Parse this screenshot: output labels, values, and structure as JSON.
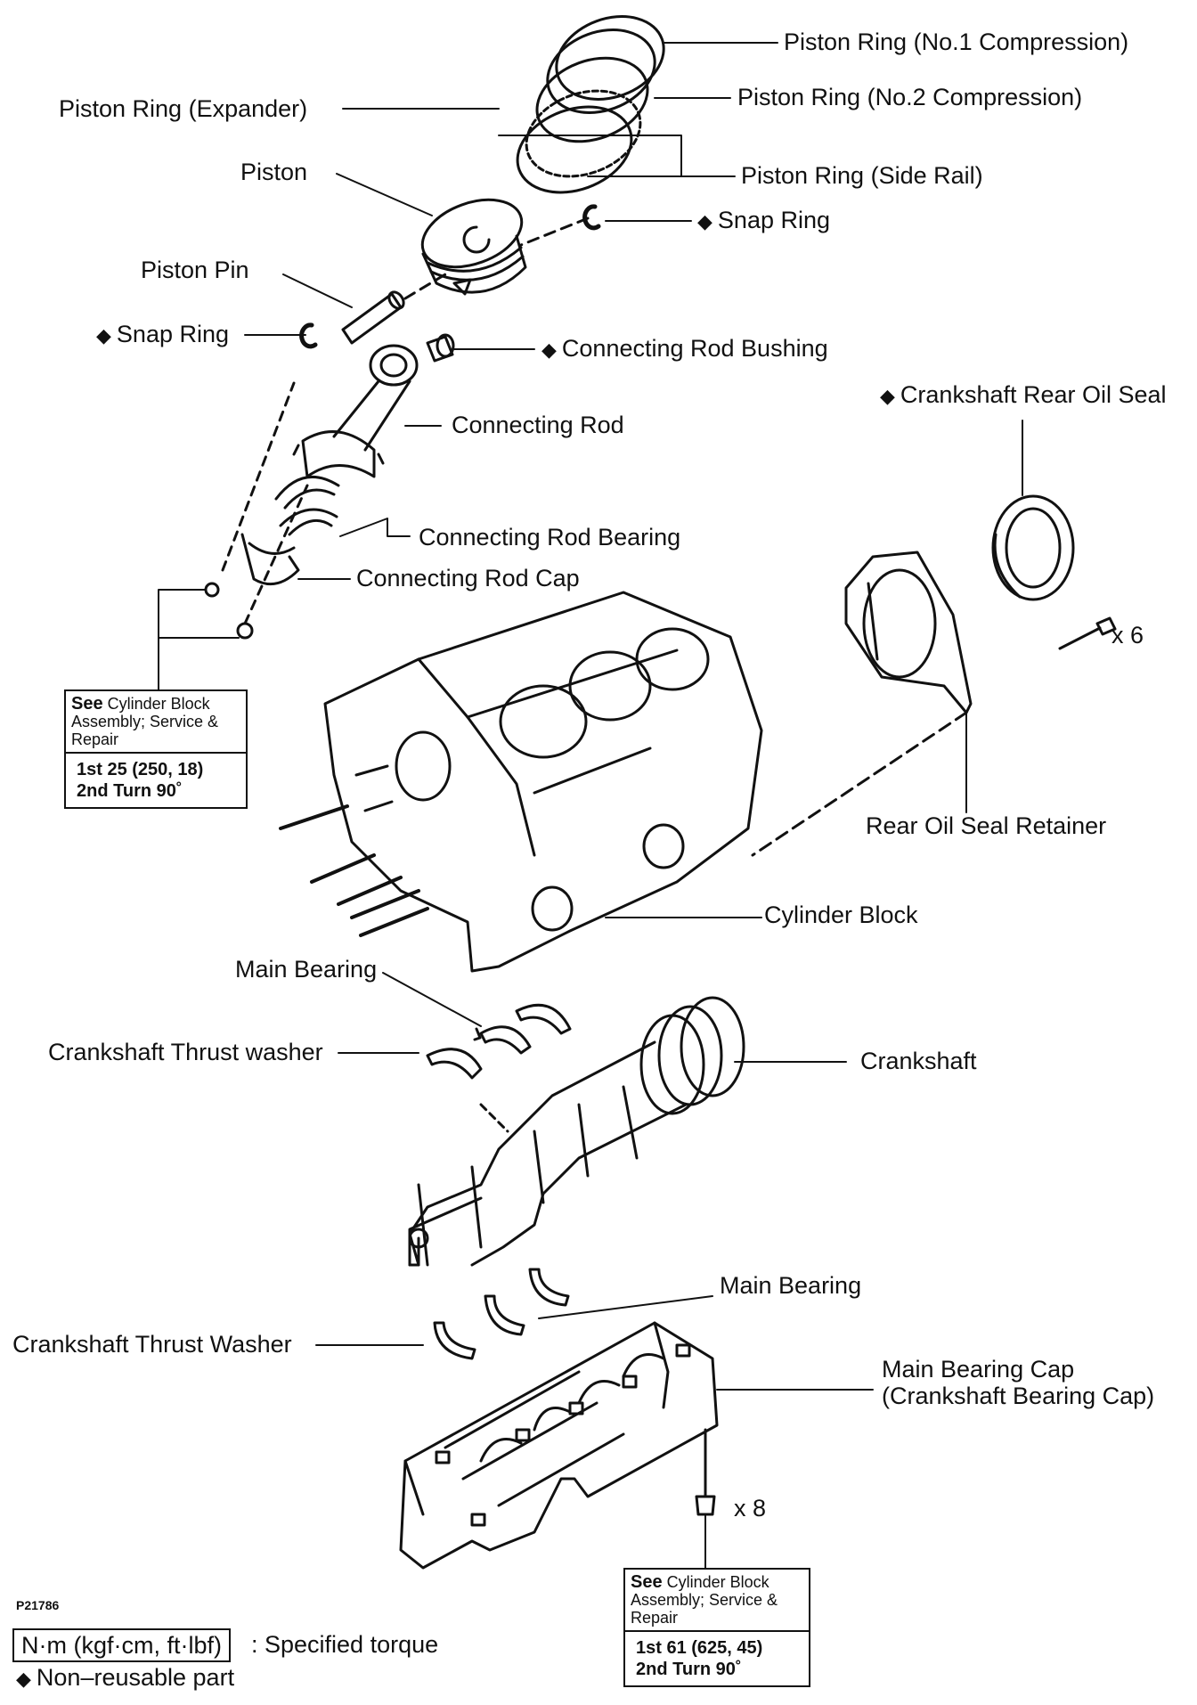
{
  "labels": {
    "ring1": "Piston Ring (No.1 Compression)",
    "ring2": "Piston Ring (No.2 Compression)",
    "expander": "Piston Ring (Expander)",
    "side_rail": "Piston Ring (Side Rail)",
    "piston": "Piston",
    "snap_ring_right": "Snap Ring",
    "piston_pin": "Piston Pin",
    "snap_ring_left": "Snap Ring",
    "rod_bushing": "Connecting Rod Bushing",
    "rear_oil_seal": "Crankshaft Rear Oil Seal",
    "connecting_rod": "Connecting Rod",
    "rod_bearing": "Connecting Rod Bearing",
    "rod_cap": "Connecting Rod Cap",
    "x6": "x 6",
    "retainer": "Rear Oil Seal Retainer",
    "cylinder_block": "Cylinder Block",
    "main_bearing_top": "Main Bearing",
    "thrust_washer_top": "Crankshaft Thrust washer",
    "crankshaft": "Crankshaft",
    "main_bearing_bottom": "Main Bearing",
    "thrust_washer_bottom": "Crankshaft Thrust Washer",
    "main_cap_1": "Main Bearing Cap",
    "main_cap_2": "(Crankshaft Bearing Cap)",
    "x8": "x 8",
    "fig_id": "P21786"
  },
  "diamond": "◆",
  "torque_box_1": {
    "see": "See",
    "ref_1": "Cylinder Block",
    "ref_2": "Assembly; Service &",
    "ref_3": "Repair",
    "line_1": "1st 25 (250, 18)",
    "line_2": "2nd Turn 90˚"
  },
  "torque_box_2": {
    "see": "See",
    "ref_1": "Cylinder Block",
    "ref_2": "Assembly; Service &",
    "ref_3": "Repair",
    "line_1": "1st 61 (625, 45)",
    "line_2": "2nd Turn 90˚"
  },
  "legend": {
    "unit": "N·m (kgf·cm, ft·lbf)",
    "unit_desc": ": Specified torque",
    "non_reusable": "Non–reusable part"
  }
}
